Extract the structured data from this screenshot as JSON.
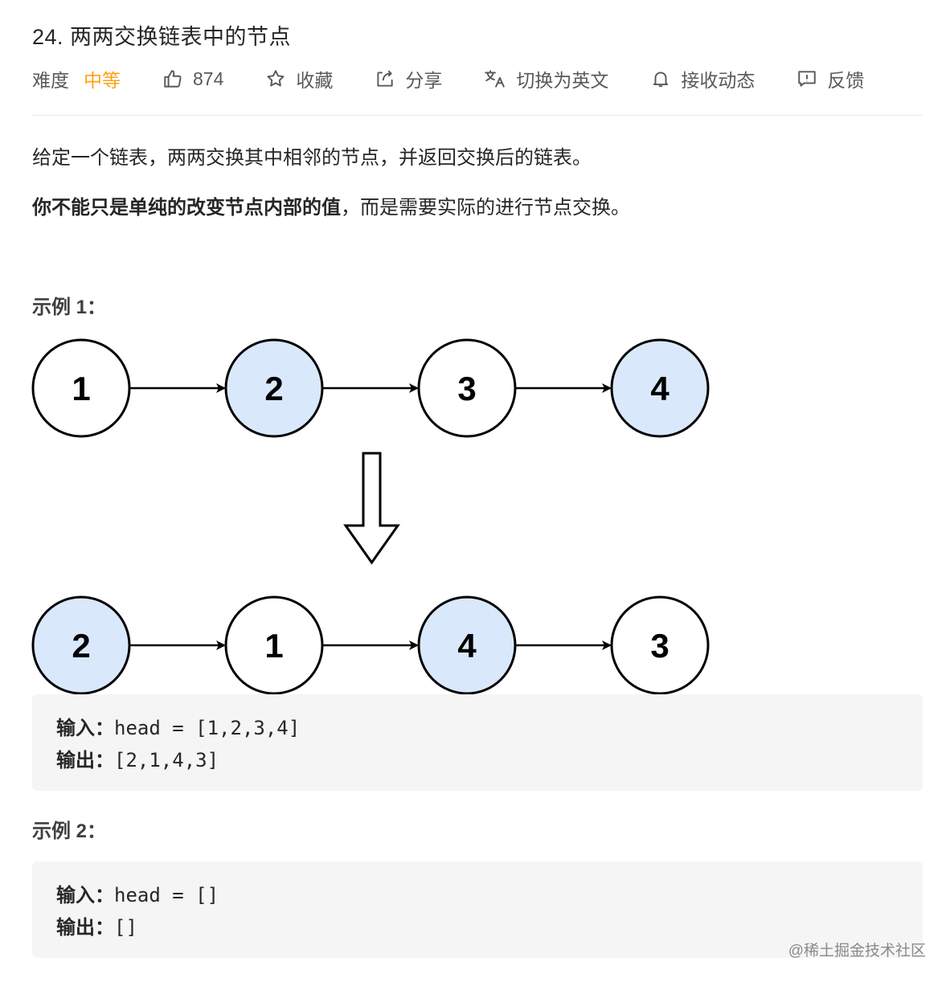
{
  "problem": {
    "title": "24. 两两交换链表中的节点",
    "difficulty_label": "难度",
    "difficulty_value": "中等",
    "likes": "874",
    "actions": {
      "favorite": "收藏",
      "share": "分享",
      "switch_lang": "切换为英文",
      "subscribe": "接收动态",
      "feedback": "反馈"
    }
  },
  "description": {
    "line1": "给定一个链表，两两交换其中相邻的节点，并返回交换后的链表。",
    "line2_bold": "你不能只是单纯的改变节点内部的值",
    "line2_rest": "，而是需要实际的进行节点交换。"
  },
  "examples": [
    {
      "label": "示例 1：",
      "diagram": {
        "before": [
          {
            "value": "1",
            "highlight": false
          },
          {
            "value": "2",
            "highlight": true
          },
          {
            "value": "3",
            "highlight": false
          },
          {
            "value": "4",
            "highlight": true
          }
        ],
        "after": [
          {
            "value": "2",
            "highlight": true
          },
          {
            "value": "1",
            "highlight": false
          },
          {
            "value": "4",
            "highlight": true
          },
          {
            "value": "3",
            "highlight": false
          }
        ]
      },
      "input_key": "输入：",
      "input_value": "head = [1,2,3,4]",
      "output_key": "输出：",
      "output_value": "[2,1,4,3]"
    },
    {
      "label": "示例 2：",
      "input_key": "输入：",
      "input_value": "head = []",
      "output_key": "输出：",
      "output_value": "[]"
    }
  ],
  "watermark": "@稀土掘金技术社区",
  "colors": {
    "accent": "#ffa116",
    "node_highlight": "#dae8fc",
    "node_plain": "#ffffff",
    "code_bg": "#f5f5f5"
  }
}
